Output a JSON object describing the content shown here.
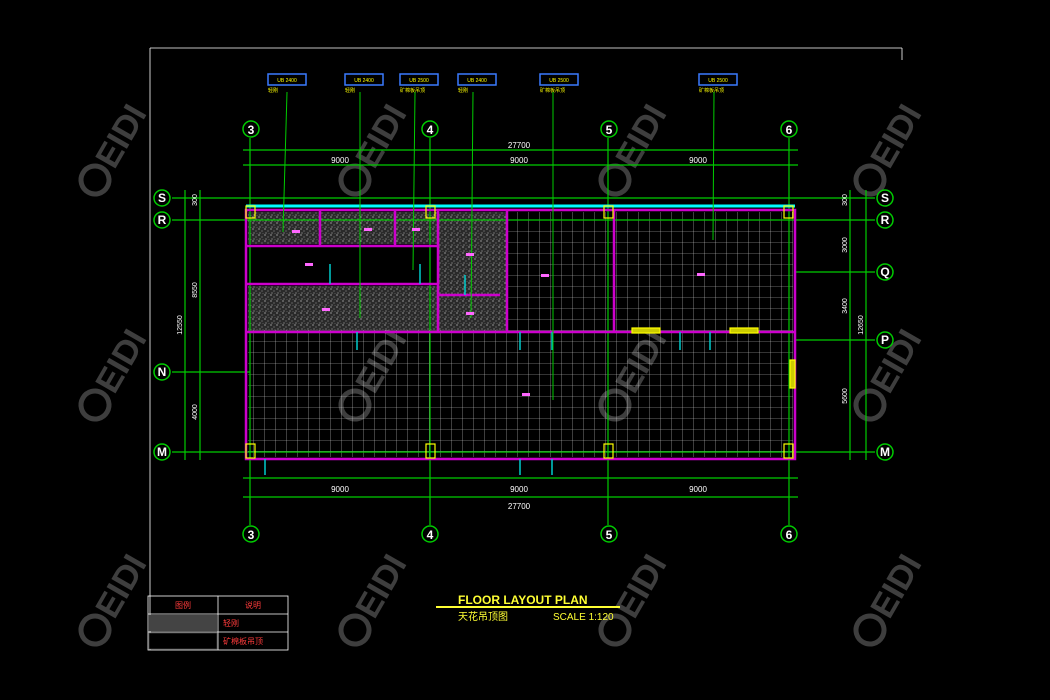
{
  "plan": {
    "title": "FLOOR LAYOUT PLAN",
    "subtitle": "天花吊顶图",
    "scale": "SCALE 1:120"
  },
  "grid": {
    "columns": [
      "3",
      "4",
      "5",
      "6"
    ],
    "rows": [
      "S",
      "R",
      "Q",
      "P",
      "N",
      "M"
    ]
  },
  "dimensions": {
    "top_total": "27700",
    "top_spans": [
      "9000",
      "9000",
      "9000"
    ],
    "bottom_spans": [
      "9000",
      "9000",
      "9000"
    ],
    "bottom_total": "27700",
    "left_total": "12550",
    "left_upper": "8550",
    "left_lower": "4000",
    "left_small": "300",
    "right_total": "12650",
    "right_top": "3000",
    "right_mid": "3400",
    "right_bottom": "5600",
    "right_small": "300"
  },
  "ceiling_tags": [
    {
      "code": "UB  2400",
      "note": "轻刚"
    },
    {
      "code": "UB  2400",
      "note": "轻刚"
    },
    {
      "code": "UB  2500",
      "note": "矿棉板吊顶"
    },
    {
      "code": "UB  2400",
      "note": "轻刚"
    },
    {
      "code": "UB  2500",
      "note": "矿棉板吊顶"
    },
    {
      "code": "UB  2500",
      "note": "矿棉板吊顶"
    }
  ],
  "legend": {
    "headers": [
      "图例",
      "说明"
    ],
    "rows": [
      "轻刚",
      "矿棉板吊顶"
    ]
  },
  "watermark": "EIDI",
  "colors": {
    "background": "#000000",
    "grid_line": "#00cc00",
    "wall": "#cc00cc",
    "window": "#00cccc",
    "column": "#ffff00",
    "title": "#ffff33"
  }
}
